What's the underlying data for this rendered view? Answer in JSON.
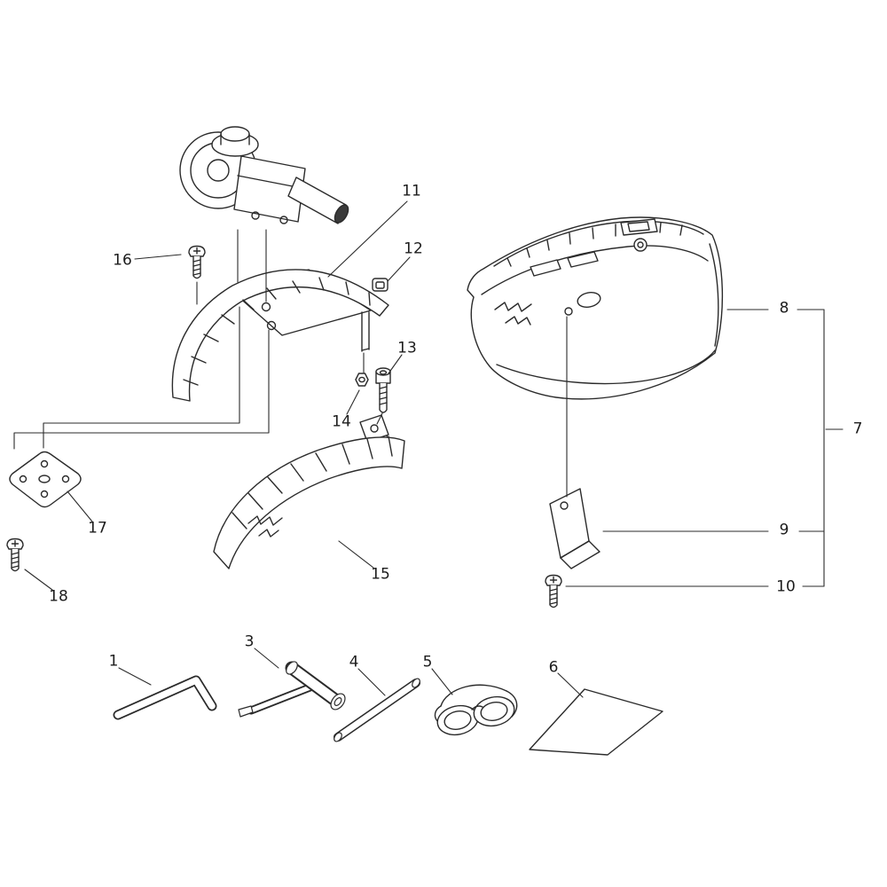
{
  "diagram": {
    "type": "exploded-parts-diagram",
    "background": "#ffffff",
    "line_color": "#2b2b2b",
    "callouts": {
      "c1": {
        "label": "1",
        "part": "hex-wrench"
      },
      "c3": {
        "label": "3",
        "part": "socket-screwdriver-tool"
      },
      "c4": {
        "label": "4",
        "part": "straight-rod"
      },
      "c5": {
        "label": "5",
        "part": "safety-goggles"
      },
      "c6": {
        "label": "6",
        "part": "instruction-sheet"
      },
      "c7": {
        "label": "7",
        "part": "shield-assembly-group"
      },
      "c8": {
        "label": "8",
        "part": "large-shield"
      },
      "c9": {
        "label": "9",
        "part": "mounting-bracket"
      },
      "c10": {
        "label": "10",
        "part": "bracket-screw"
      },
      "c11": {
        "label": "11",
        "part": "upper-shield"
      },
      "c12": {
        "label": "12",
        "part": "clip"
      },
      "c13": {
        "label": "13",
        "part": "bolt"
      },
      "c14": {
        "label": "14",
        "part": "nut"
      },
      "c15": {
        "label": "15",
        "part": "lower-shield"
      },
      "c16": {
        "label": "16",
        "part": "shield-screw"
      },
      "c17": {
        "label": "17",
        "part": "mount-plate"
      },
      "c18": {
        "label": "18",
        "part": "plate-screw"
      }
    }
  }
}
